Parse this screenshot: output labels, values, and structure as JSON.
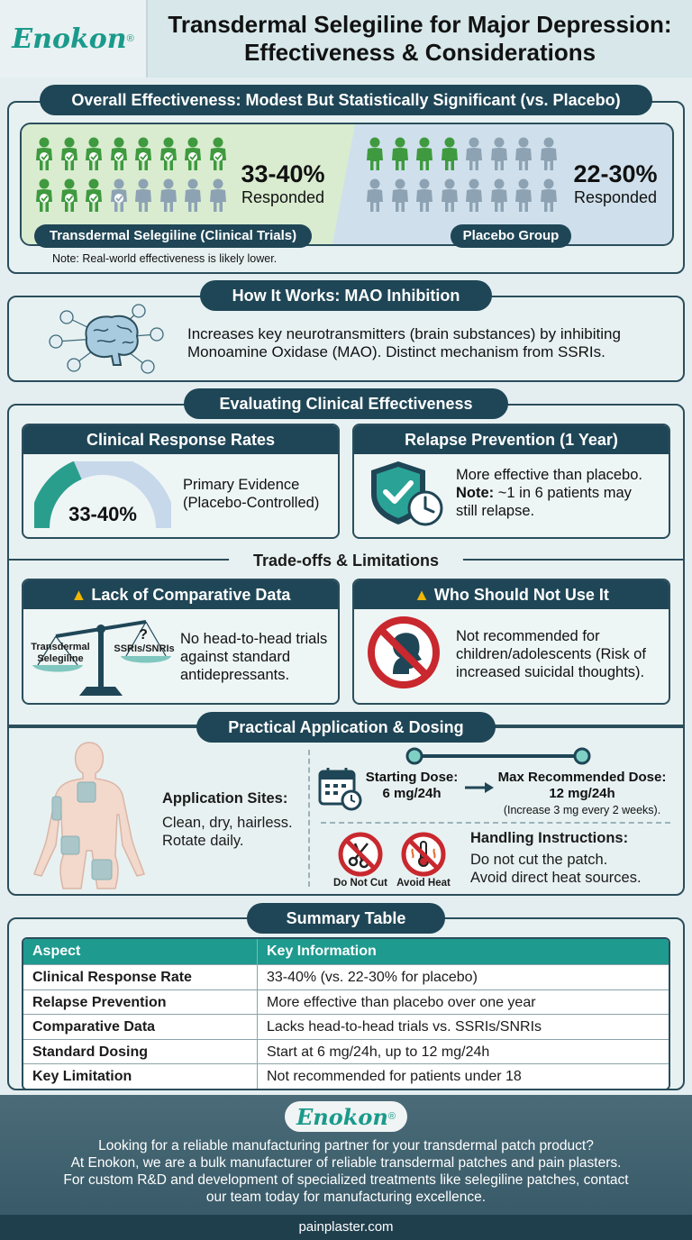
{
  "header": {
    "brand": "Enokon",
    "brand_mark": "®",
    "title_line1": "Transdermal Selegiline for Major Depression:",
    "title_line2": "Effectiveness & Considerations"
  },
  "effectiveness": {
    "heading": "Overall Effectiveness: Modest But Statistically Significant (vs. Placebo)",
    "treatment": {
      "percent": "33-40%",
      "label": "Responded",
      "group": "Transdermal Selegiline (Clinical Trials)",
      "responders": 11,
      "total": 16
    },
    "placebo": {
      "percent": "22-30%",
      "label": "Responded",
      "group": "Placebo Group",
      "responders": 4,
      "total": 16
    },
    "note": "Note: Real-world effectiveness is likely lower."
  },
  "how_it_works": {
    "heading": "How It Works: MAO Inhibition",
    "text": "Increases key neurotransmitters (brain substances) by inhibiting Monoamine Oxidase (MAO). Distinct mechanism from SSRIs."
  },
  "evaluating": {
    "heading": "Evaluating Clinical Effectiveness",
    "response_card": {
      "title": "Clinical Response Rates",
      "gauge_value": "33-40%",
      "gauge_fraction": 0.37,
      "text_line1": "Primary Evidence",
      "text_line2": "(Placebo-Controlled)"
    },
    "relapse_card": {
      "title": "Relapse Prevention (1 Year)",
      "line1": "More effective than placebo.",
      "note_label": "Note:",
      "line2": " ~1 in 6 patients may",
      "line3": "still relapse."
    }
  },
  "tradeoffs": {
    "heading": "Trade-offs & Limitations",
    "comparative_card": {
      "title": "Lack of Comparative Data",
      "scale_left": "Transdermal Selegiline",
      "scale_right": "SSRIs/SNRIs",
      "scale_question": "?",
      "text": "No head-to-head trials against standard antidepressants."
    },
    "who_card": {
      "title": "Who Should Not Use It",
      "text": "Not recommended for children/adolescents (Risk of increased suicidal thoughts)."
    }
  },
  "dosing": {
    "heading": "Practical Application & Dosing",
    "sites_title": "Application Sites:",
    "sites_line1": "Clean, dry, hairless.",
    "sites_line2": "Rotate daily.",
    "start_label": "Starting Dose:",
    "start_value": "6 mg/24h",
    "max_label": "Max Recommended Dose:",
    "max_value": "12 mg/24h",
    "max_note": "(Increase 3 mg every 2 weeks).",
    "icon_cut": "Do Not Cut",
    "icon_heat": "Avoid Heat",
    "handling_title": "Handling Instructions:",
    "handling_line1": "Do not cut the patch.",
    "handling_line2": "Avoid direct heat sources."
  },
  "summary": {
    "heading": "Summary Table",
    "columns": [
      "Aspect",
      "Key Information"
    ],
    "rows": [
      [
        "Clinical Response Rate",
        "33-40% (vs. 22-30% for placebo)"
      ],
      [
        "Relapse Prevention",
        "More effective than placebo over one year"
      ],
      [
        "Comparative Data",
        "Lacks head-to-head trials vs. SSRIs/SNRIs"
      ],
      [
        "Standard Dosing",
        "Start at 6 mg/24h, up to 12 mg/24h"
      ],
      [
        "Key Limitation",
        "Not recommended for patients under 18"
      ]
    ]
  },
  "footer": {
    "brand": "Enokon",
    "line1": "Looking for a reliable manufacturing partner for your transdermal patch product?",
    "line2": "At Enokon, we are a bulk manufacturer of reliable transdermal patches and pain plasters.",
    "line3": "For custom R&D and development of specialized treatments like selegiline patches, contact",
    "line4": "our team today for manufacturing excellence.",
    "url": "painplaster.com"
  },
  "colors": {
    "navy": "#1f4656",
    "teal": "#1e9a8f",
    "green": "#3f9a3f",
    "gray_blue": "#8da3b4",
    "warning": "#f2b705",
    "prohibit": "#c8282e"
  }
}
